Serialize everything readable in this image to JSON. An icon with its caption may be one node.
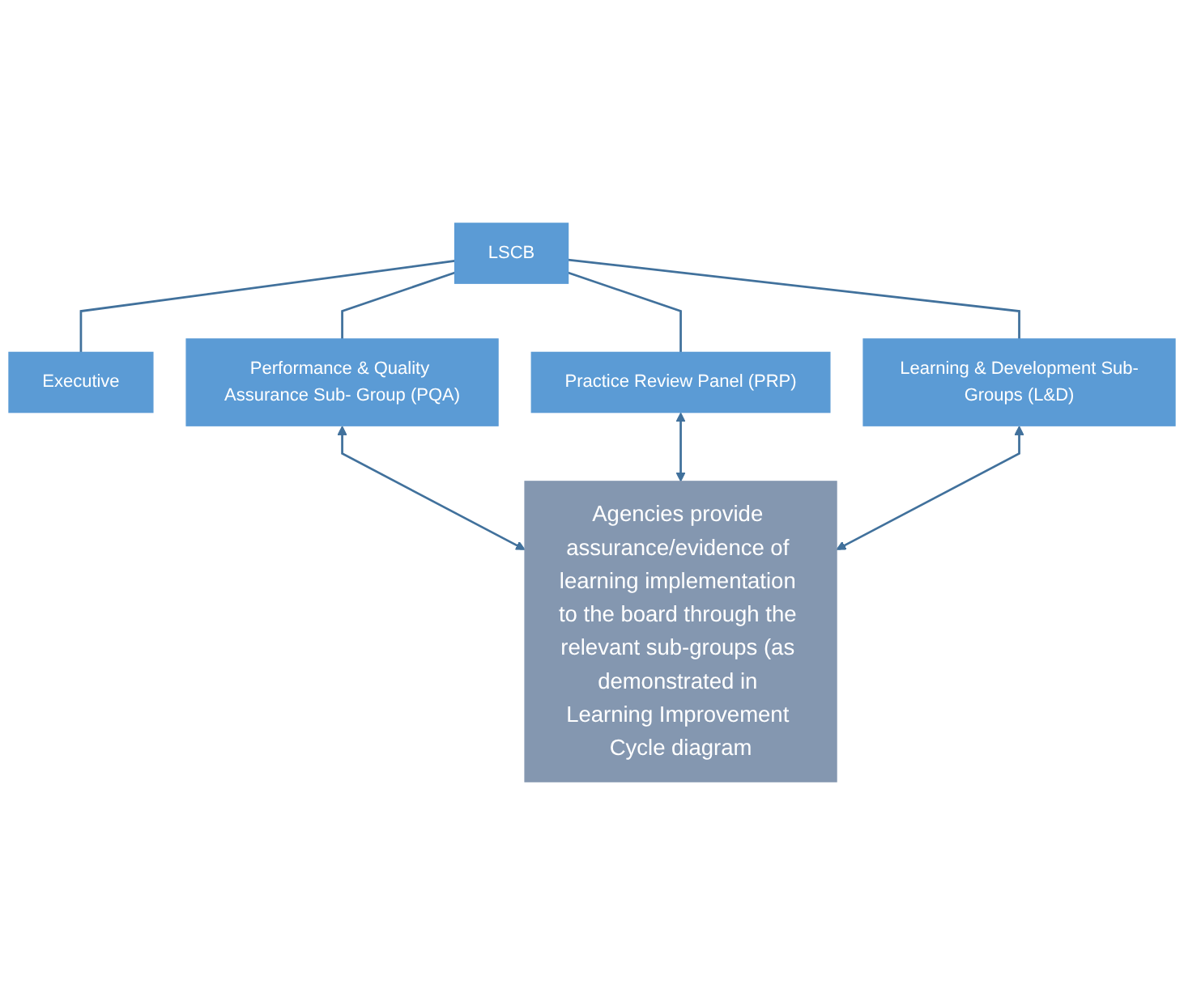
{
  "diagram": {
    "nodes": [
      {
        "text": [
          "LSCB"
        ]
      },
      {
        "text": [
          "Executive"
        ]
      },
      {
        "text": [
          "Performance & Quality Assurance Sub- Group (PQA)"
        ]
      },
      {
        "text": [
          "Practice Review Panel (PRP)"
        ]
      },
      {
        "text": [
          "Learning & Development Sub-Groups (L&D)"
        ]
      },
      {
        "text": [
          "Agencies provide assurance/evidence of learning implementation to the board through the relevant sub-groups (as demonstrated in Learning Improvement Cycle diagram"
        ]
      }
    ],
    "edges": [
      {
        "from": 0,
        "to": 1,
        "arrow": "none"
      },
      {
        "from": 0,
        "to": 2,
        "arrow": "none"
      },
      {
        "from": 0,
        "to": 3,
        "arrow": "none"
      },
      {
        "from": 0,
        "to": 4,
        "arrow": "none"
      },
      {
        "from": 2,
        "to": 5,
        "arrow": "both"
      },
      {
        "from": 3,
        "to": 5,
        "arrow": "both"
      },
      {
        "from": 4,
        "to": 5,
        "arrow": "both"
      }
    ]
  }
}
